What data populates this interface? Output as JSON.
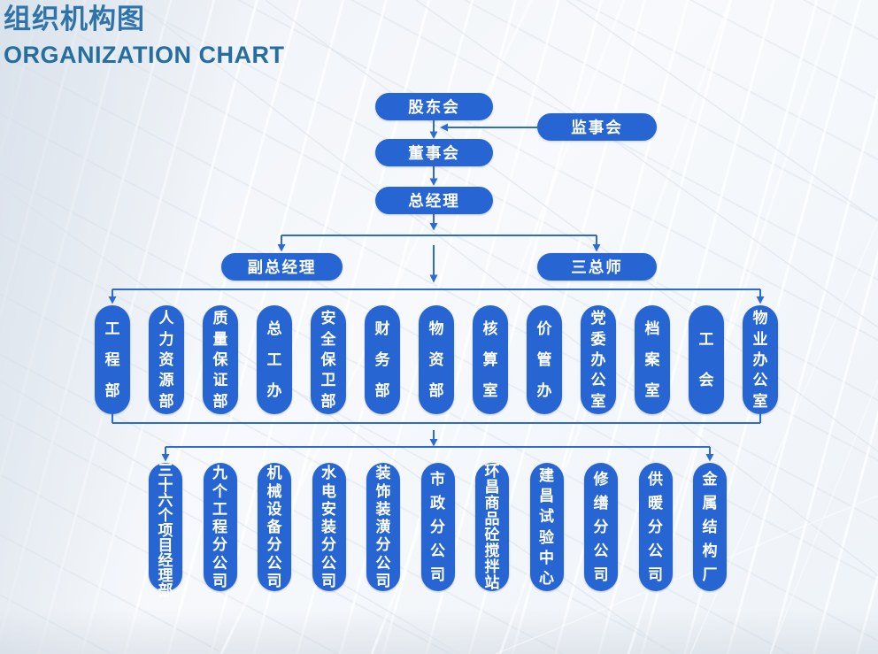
{
  "page": {
    "title_zh": "组织机构图",
    "title_en": "ORGANIZATION CHART"
  },
  "colors": {
    "node_blue": "#2766d2",
    "connector_blue": "#2c6bd6",
    "title_zh_color": "#2e73a9",
    "title_en_color": "#256e9e",
    "node_text": "#ffffff"
  },
  "chart": {
    "type": "org-chart",
    "top_nodes": {
      "shareholders": "股东会",
      "supervisory": "监事会",
      "board": "董事会",
      "general_manager": "总经理",
      "deputy_gm": "副总经理",
      "three_chiefs": "三总师"
    },
    "relations": [
      "股东会 -> 董事会",
      "监事会 -> (股东会-董事会)",
      "董事会 -> 总经理",
      "总经理 -> 副总经理",
      "总经理 -> 三总师",
      "总经理 -> 部门层",
      "部门层 -> 分公司层"
    ],
    "departments": [
      "工程部",
      "人力资源部",
      "质量保证部",
      "总工办",
      "安全保卫部",
      "财务部",
      "物资部",
      "核算室",
      "价管办",
      "党委办公室",
      "档案室",
      "工会",
      "物业办公室"
    ],
    "subsidiaries": [
      "三十六个项目经理部",
      "九个工程分公司",
      "机械设备分公司",
      "水电安装分公司",
      "装饰装潢分公司",
      "市政分公司",
      "环昌商品砼搅拌站",
      "建昌试验中心",
      "修缮分公司",
      "供暖分公司",
      "金属结构厂"
    ]
  }
}
